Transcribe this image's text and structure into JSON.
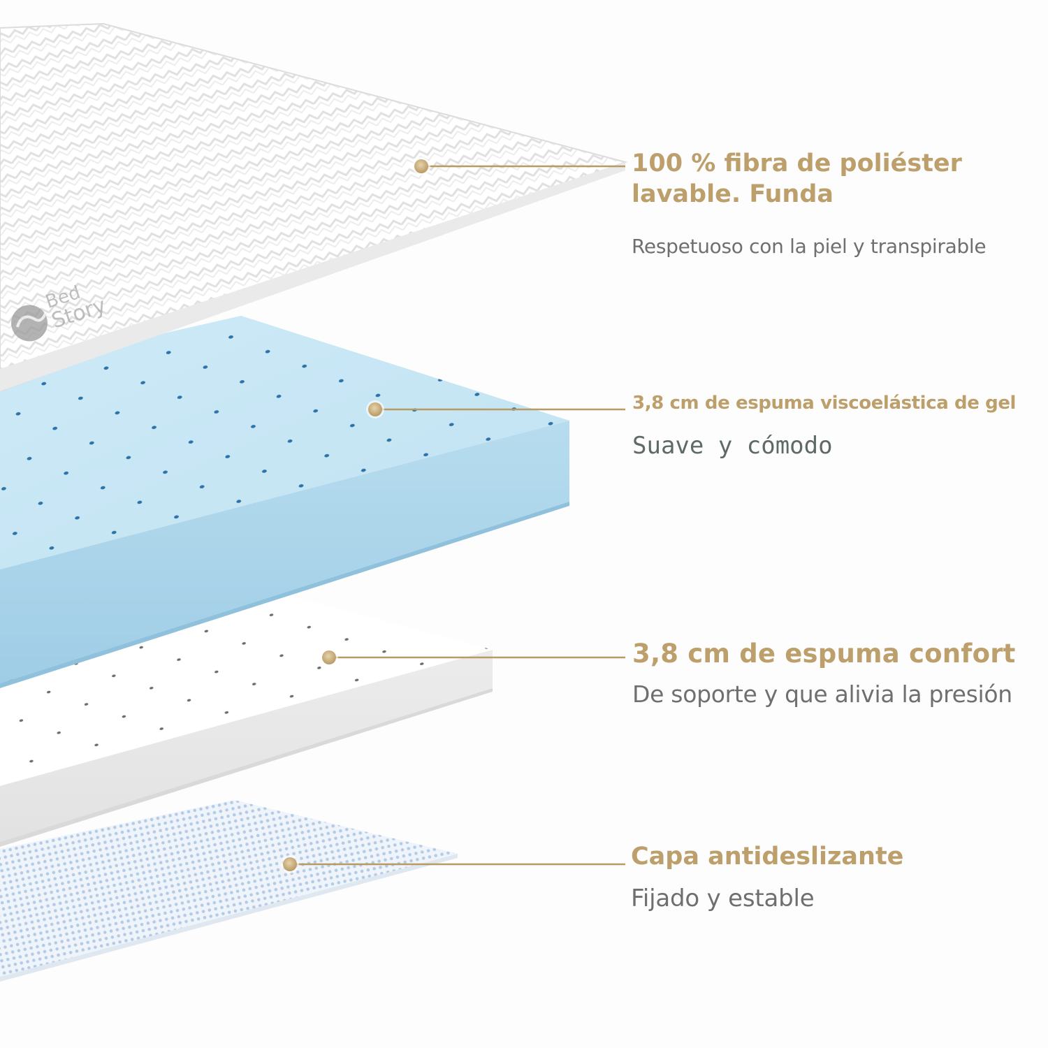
{
  "colors": {
    "accent_gold": "#bc9f6b",
    "description_gray": "#6f6f6f",
    "gel_blue": "#c7e6f4",
    "background": "#fdfdfd"
  },
  "layers": [
    {
      "title": "100 % fibra de poliéster lavable. Funda",
      "description": "Respetuoso con la piel y transpirable"
    },
    {
      "title": "3,8 cm de espuma viscoelástica de gel",
      "description": "Suave y cómodo"
    },
    {
      "title": "3,8 cm de espuma confort",
      "description": "De soporte y que alivia la presión"
    },
    {
      "title": "Capa antideslizante",
      "description": "Fijado y estable"
    }
  ]
}
